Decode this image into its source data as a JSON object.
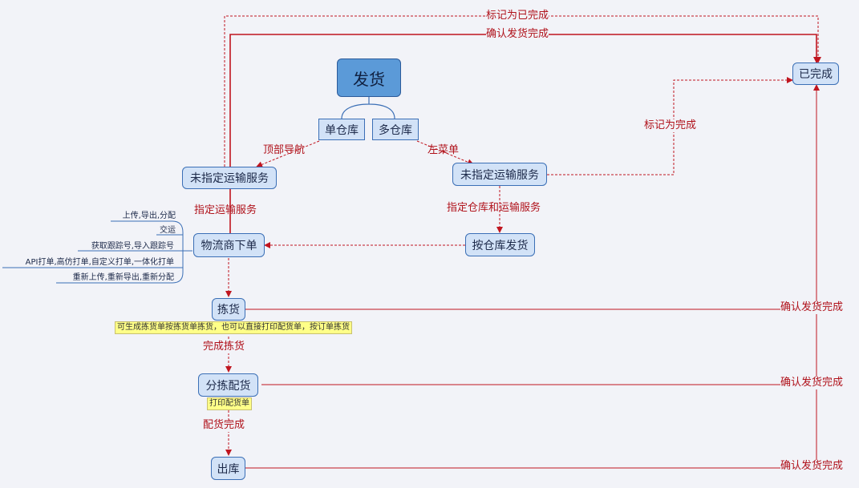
{
  "nodes": {
    "root": "发货",
    "single_warehouse": "单仓库",
    "multi_warehouse": "多仓库",
    "unassigned_left": "未指定运输服务",
    "unassigned_right": "未指定运输服务",
    "ship_by_warehouse": "按仓库发货",
    "carrier_order": "物流商下单",
    "picking": "拣货",
    "sort_pick": "分拣配货",
    "outbound": "出库",
    "completed": "已完成"
  },
  "edge_labels": {
    "top_nav": "顶部导航",
    "left_menu": "左菜单",
    "assign_service": "指定运输服务",
    "assign_warehouse_service": "指定仓库和运输服务",
    "mark_complete_top": "标记为已完成",
    "confirm_ship_top": "确认发货完成",
    "mark_complete_right": "标记为完成",
    "pick_done": "完成拣货",
    "sort_done": "配货完成",
    "confirm_pick": "确认发货完成",
    "confirm_sort": "确认发货完成",
    "confirm_out": "确认发货完成"
  },
  "sub_items": [
    "上传,导出,分配",
    "交运",
    "获取跟踪号,导入跟踪号",
    "API打单,高仿打单,自定义打单,一体化打单",
    "重新上传,重新导出,重新分配"
  ],
  "notes": {
    "picking_note": "可生成拣货单按拣货单拣货，也可以直接打印配货单，按订单拣货",
    "sort_note": "打印配货单"
  },
  "colors": {
    "node_fill": "#d2e2f7",
    "node_border": "#3b6fb6",
    "root_fill": "#5b9ad8",
    "edge": "#c0151f",
    "note_fill": "#ffff88"
  }
}
